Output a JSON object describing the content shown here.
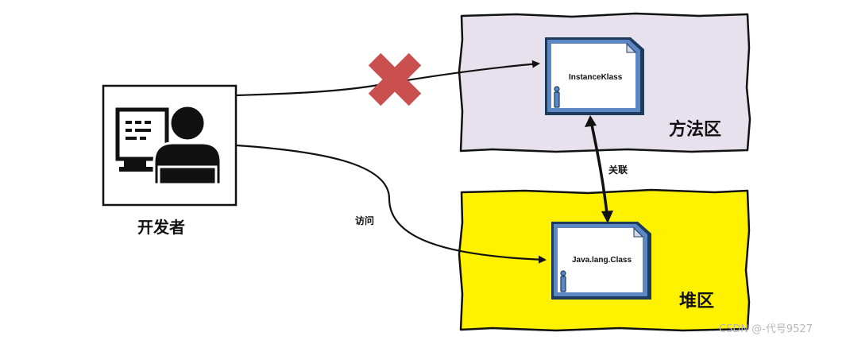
{
  "developer": {
    "label": "开发者",
    "icon": "developer-at-computer-icon"
  },
  "method_area": {
    "label": "方法区",
    "color": "#e6e1ec",
    "document": {
      "label": "InstanceKlass",
      "icon": "document-icon"
    }
  },
  "heap": {
    "label": "堆区",
    "color": "#fff200",
    "document": {
      "label": "Java.lang.Class",
      "icon": "document-icon"
    }
  },
  "edges": {
    "blocked": {
      "icon": "red-x-icon",
      "color": "#c9504f"
    },
    "access": {
      "label": "访问"
    },
    "link": {
      "label": "关联"
    }
  },
  "watermark": "CSDN @-代号9527",
  "colors": {
    "document_border": "#1f3b5c",
    "document_accent": "#5b87c4",
    "outline": "#111111"
  }
}
